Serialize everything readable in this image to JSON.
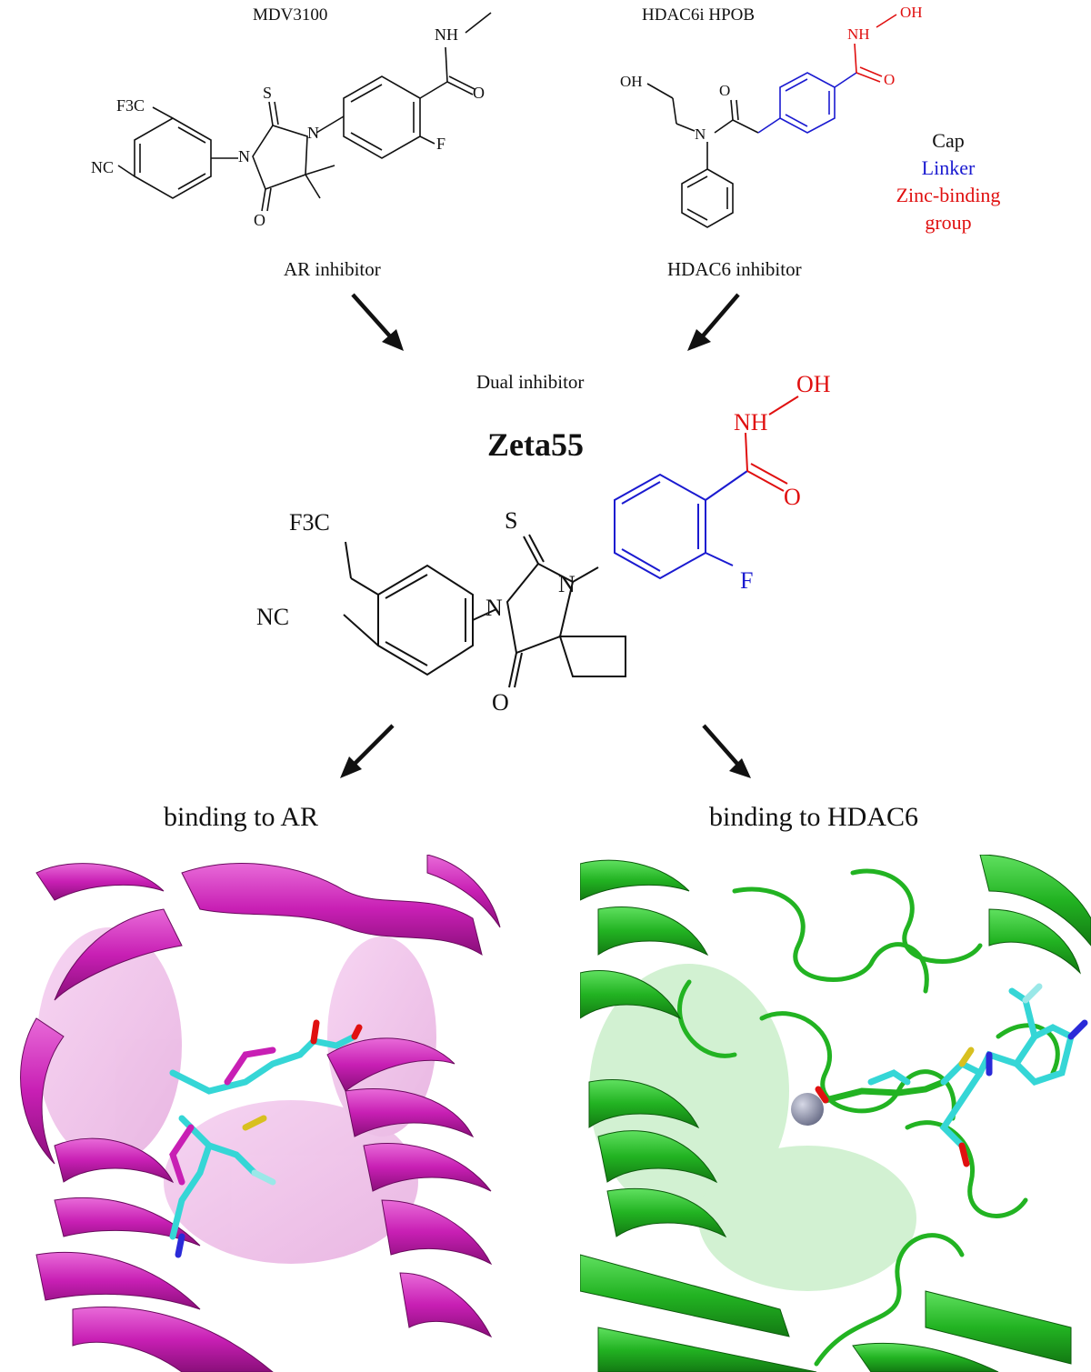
{
  "top_left": {
    "compound_name": "MDV3100",
    "role": "AR inhibitor",
    "atoms": {
      "nh": "NH",
      "o": "O",
      "f": "F",
      "s": "S",
      "n": "N",
      "cf3": "F3C",
      "nc": "NC"
    }
  },
  "top_right": {
    "compound_name": "HDAC6i HPOB",
    "role": "HDAC6 inhibitor",
    "atoms": {
      "oh": "OH",
      "ho": "OH",
      "nh": "NH",
      "o": "O",
      "n": "N"
    },
    "legend": [
      {
        "label": "Cap",
        "color": "#111111"
      },
      {
        "label": "Linker",
        "color": "#1a1ad0"
      },
      {
        "label": "Zinc-binding group",
        "color": "#e01010"
      }
    ]
  },
  "middle": {
    "dual_label": "Dual  inhibitor",
    "compound_name": "Zeta55",
    "atoms": {
      "nh": "NH",
      "oh": "OH",
      "o_carbonyl": "O",
      "s": "S",
      "f": "F",
      "n1": "N",
      "n2": "N",
      "o": "O",
      "cf3": "F3C",
      "nc": "NC"
    }
  },
  "bottom": {
    "left_label": "binding to AR",
    "right_label": "binding to  HDAC6"
  },
  "colors": {
    "ar_protein": "#c81fb4",
    "hdac6_protein": "#22b322",
    "ligand": "#35d6d6",
    "zinc": "#8e92a8",
    "linker": "#1a1ad0",
    "zbg": "#e01010"
  }
}
